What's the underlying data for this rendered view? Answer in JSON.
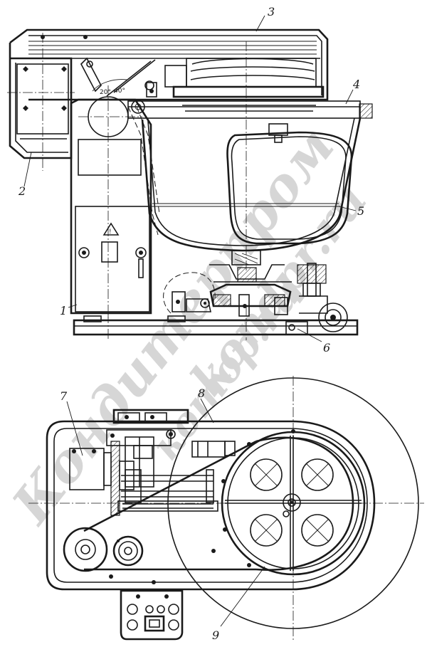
{
  "watermark": {
    "text_1": "Кондитерпром",
    "text_2": "kondpr.ru",
    "text_3": "котор.ru",
    "color": "#d6d6d6"
  },
  "callouts": {
    "c1": "1",
    "c2": "2",
    "c3": "3",
    "c4": "4",
    "c5": "5",
    "c6": "6",
    "c7": "7",
    "c8": "8",
    "c9": "9"
  },
  "angles": {
    "a1": "20°",
    "a2": "40°"
  },
  "colors": {
    "ink": "#1a1a1a",
    "paper": "#ffffff"
  }
}
